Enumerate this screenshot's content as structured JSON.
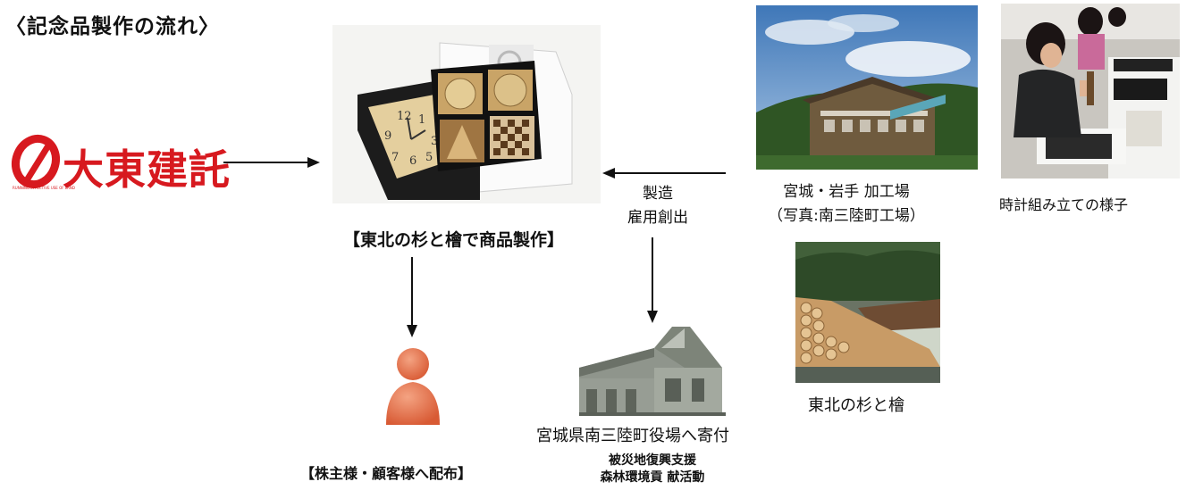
{
  "title": "〈記念品製作の流れ〉",
  "company": {
    "logo_text": "大東建託",
    "tagline": "RUNNING EFFECTIVE USE OF LAND"
  },
  "product_caption": "【東北の杉と檜で商品製作】",
  "flow_label": {
    "line1": "製造",
    "line2": "雇用創出"
  },
  "factory_caption": {
    "line1": "宮城・岩手 加工場",
    "line2": "（写真:南三陸町工場）"
  },
  "assembly_caption": "時計組み立ての様子",
  "timber_caption": "東北の杉と檜",
  "town_hall_caption": "宮城県南三陸町役場へ寄付",
  "support_caption": {
    "line1": "被災地復興支援",
    "line2": "森林環境貢 献活動"
  },
  "shareholder_caption": "【株主様・顧客様へ配布】",
  "clock_numerals": [
    "12",
    "1",
    "3",
    "9",
    "7",
    "6",
    "5"
  ],
  "colors": {
    "logo_red": "#d7191f",
    "person_orange": "#e8704a",
    "building_gray": "#8f958c"
  }
}
